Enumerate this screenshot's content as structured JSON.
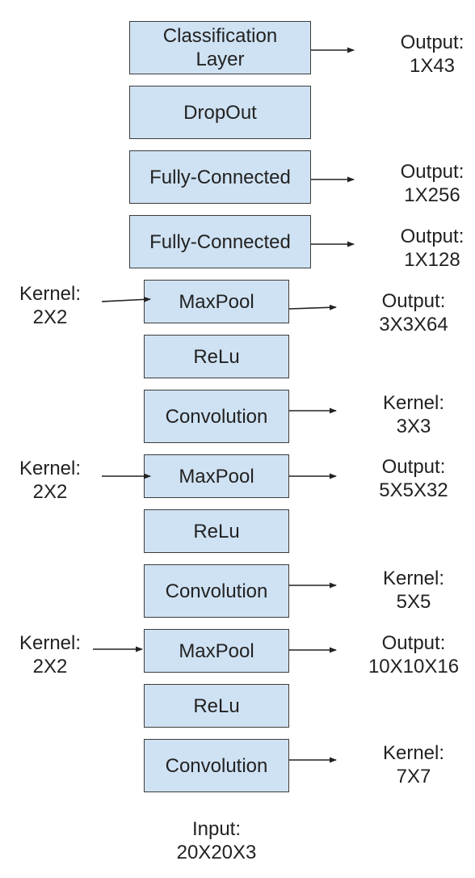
{
  "layers": [
    {
      "id": "classification",
      "label": "Classification Layer"
    },
    {
      "id": "dropout",
      "label": "DropOut"
    },
    {
      "id": "fc2",
      "label": "Fully-Connected"
    },
    {
      "id": "fc1",
      "label": "Fully-Connected"
    },
    {
      "id": "maxpool3",
      "label": "MaxPool"
    },
    {
      "id": "relu3",
      "label": "ReLu"
    },
    {
      "id": "conv3",
      "label": "Convolution"
    },
    {
      "id": "maxpool2",
      "label": "MaxPool"
    },
    {
      "id": "relu2",
      "label": "ReLu"
    },
    {
      "id": "conv2",
      "label": "Convolution"
    },
    {
      "id": "maxpool1",
      "label": "MaxPool"
    },
    {
      "id": "relu1",
      "label": "ReLu"
    },
    {
      "id": "conv1",
      "label": "Convolution"
    }
  ],
  "right_annotations": [
    {
      "target": "classification",
      "title": "Output:",
      "value": "1X43"
    },
    {
      "target": "fc2",
      "title": "Output:",
      "value": "1X256"
    },
    {
      "target": "fc1",
      "title": "Output:",
      "value": "1X128"
    },
    {
      "target": "maxpool3",
      "title": "Output:",
      "value": "3X3X64"
    },
    {
      "target": "conv3",
      "title": "Kernel:",
      "value": "3X3"
    },
    {
      "target": "maxpool2",
      "title": "Output:",
      "value": "5X5X32"
    },
    {
      "target": "conv2",
      "title": "Kernel:",
      "value": "5X5"
    },
    {
      "target": "maxpool1",
      "title": "Output:",
      "value": "10X10X16"
    },
    {
      "target": "conv1",
      "title": "Kernel:",
      "value": "7X7"
    }
  ],
  "left_annotations": [
    {
      "target": "maxpool3",
      "title": "Kernel:",
      "value": "2X2"
    },
    {
      "target": "maxpool2",
      "title": "Kernel:",
      "value": "2X2"
    },
    {
      "target": "maxpool1",
      "title": "Kernel:",
      "value": "2X2"
    }
  ],
  "input": {
    "title": "Input:",
    "value": "20X20X3"
  },
  "colors": {
    "box_fill": "#cfe2f3",
    "box_border": "#3c3c3c",
    "text": "#222222",
    "arrow": "#222222"
  }
}
